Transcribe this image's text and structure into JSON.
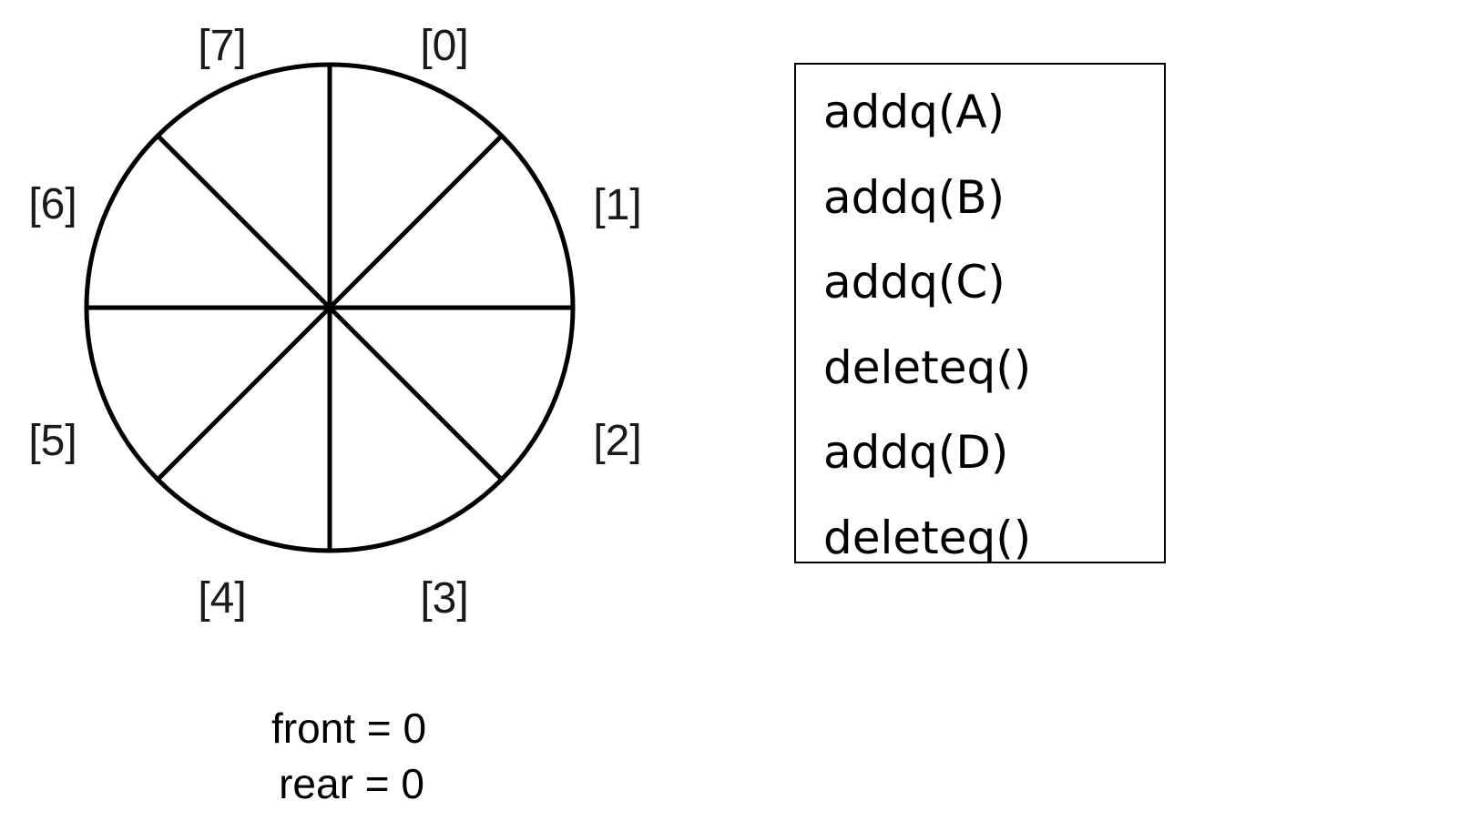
{
  "queue": {
    "slots": [
      "[0]",
      "[1]",
      "[2]",
      "[3]",
      "[4]",
      "[5]",
      "[6]",
      "[7]"
    ],
    "front_text": "front = 0",
    "rear_text": "rear = 0"
  },
  "operations": [
    "addq(A)",
    "addq(B)",
    "addq(C)",
    "deleteq()",
    "addq(D)",
    "deleteq()"
  ],
  "colors": {
    "stroke": "#000000",
    "background": "#ffffff"
  }
}
